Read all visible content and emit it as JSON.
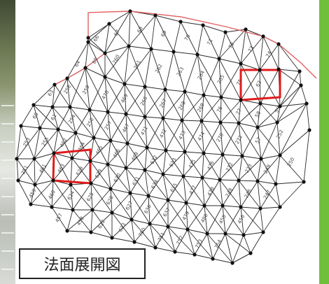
{
  "title": "法面展開図",
  "colors": {
    "mesh": "#2a2a2a",
    "edge": "#e06060",
    "highlight": "#e01b1b",
    "node": "#111111",
    "label": "#444444",
    "accent_green": "#6fbf3a"
  },
  "panel_labels": [
    "66",
    "67",
    "68",
    "69",
    "70",
    "71",
    "72",
    "73",
    "74",
    "64",
    "65",
    "260",
    "261",
    "262",
    "263",
    "264",
    "265",
    "75",
    "62",
    "63",
    "258",
    "259",
    "470",
    "469",
    "266",
    "267",
    "268",
    "269",
    "76",
    "77",
    "58",
    "59",
    "60",
    "61",
    "254",
    "256",
    "257",
    "467",
    "471",
    "472",
    "473",
    "474",
    "270",
    "271",
    "57",
    "252",
    "253",
    "255",
    "462",
    "464",
    "465",
    "466",
    "468",
    "632",
    "633",
    "475",
    "476",
    "272",
    "273",
    "249",
    "250",
    "251",
    "461",
    "463",
    "628",
    "629",
    "630",
    "631",
    "634",
    "635",
    "477",
    "478",
    "248",
    "246",
    "247",
    "459",
    "460",
    "624",
    "625",
    "626",
    "627",
    "636",
    "637",
    "479",
    "480",
    "455",
    "456",
    "457",
    "458",
    "622",
    "623",
    "750",
    "751",
    "752",
    "753",
    "754",
    "638",
    "639",
    "453",
    "454",
    "620",
    "621",
    "747",
    "748",
    "749",
    "755",
    "756",
    "757",
    "640",
    "641",
    "745",
    "746",
    "800",
    "801",
    "802",
    "758",
    "759",
    "760",
    "763"
  ]
}
